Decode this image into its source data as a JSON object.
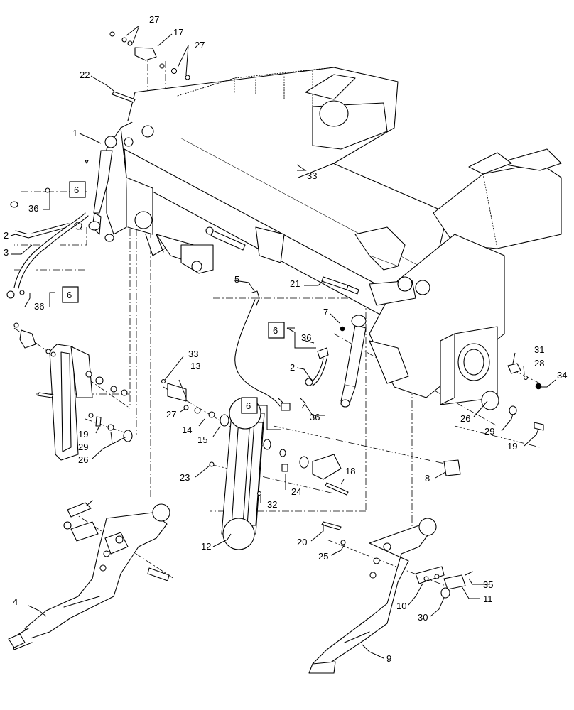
{
  "callouts": {
    "c27a": "27",
    "c17": "17",
    "c27b": "27",
    "c22": "22",
    "c1": "1",
    "c33a": "33",
    "c6a": "6",
    "c36a": "36",
    "c2a": "2",
    "c3": "3",
    "c6b": "6",
    "c36b": "36",
    "c5": "5",
    "c21": "21",
    "c7": "7",
    "c6c": "6",
    "c36c": "36",
    "c2b": "2",
    "c31": "31",
    "c28": "28",
    "c34": "34",
    "c33b": "33",
    "c13": "13",
    "c27c": "27",
    "c14": "14",
    "c15": "15",
    "c6d": "6",
    "c36d": "36",
    "c19a": "19",
    "c29a": "29",
    "c26a": "26",
    "c26b": "26",
    "c29b": "29",
    "c19b": "19",
    "c8": "8",
    "c23": "23",
    "c18": "18",
    "c24": "24",
    "c32": "32",
    "c12": "12",
    "c20": "20",
    "c25": "25",
    "c4": "4",
    "c35": "35",
    "c10": "10",
    "c11": "11",
    "c30": "30",
    "c9": "9"
  }
}
